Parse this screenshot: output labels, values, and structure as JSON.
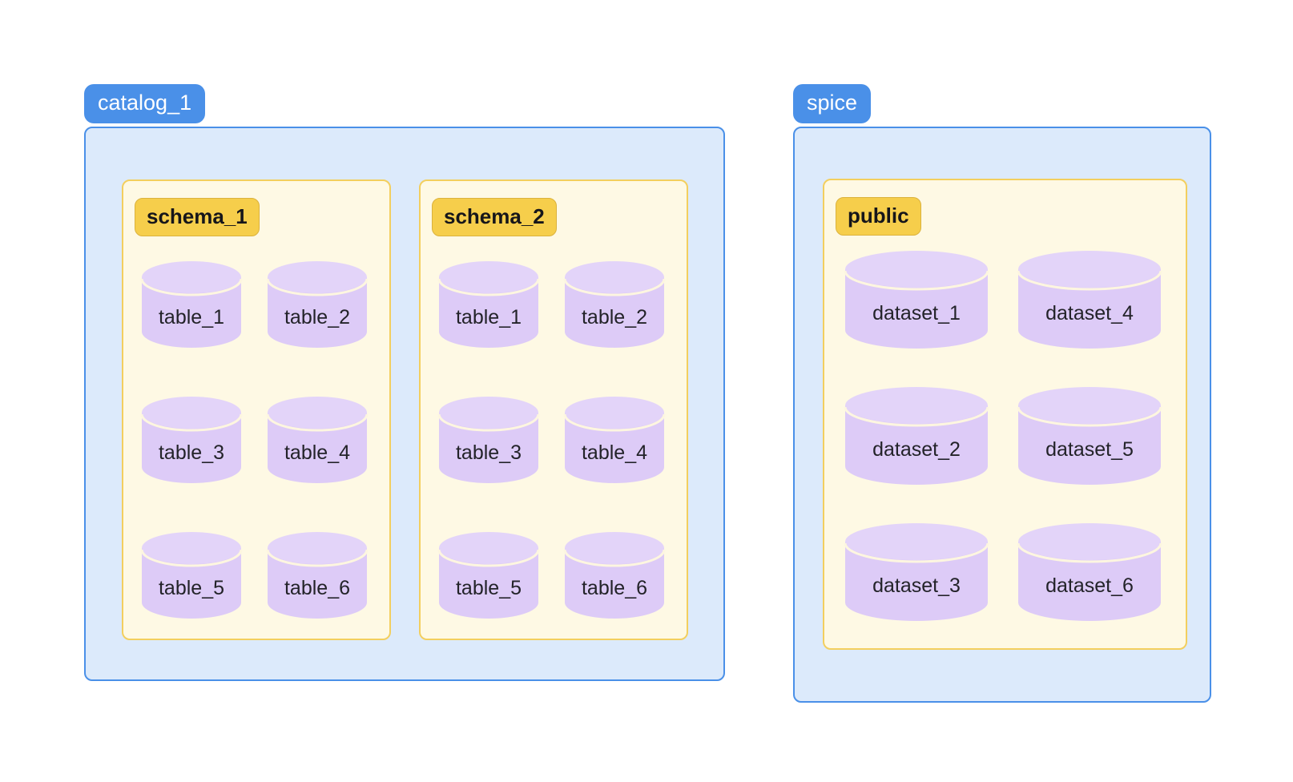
{
  "diagram": {
    "type": "catalog-schema-table-hierarchy",
    "colors": {
      "catalog_badge_bg": "#4a90e8",
      "catalog_badge_text": "#ffffff",
      "catalog_box_bg": "#dceafb",
      "catalog_box_border": "#4a90e8",
      "schema_panel_bg": "#fef9e4",
      "schema_panel_border": "#f3cf5e",
      "schema_badge_bg": "#f6ce4b",
      "schema_badge_text": "#16161a",
      "cylinder_fill": "#ddcbf7",
      "cylinder_top_fill": "#e3d4f9",
      "cylinder_seam": "#fdf6e0",
      "label_text": "#232329",
      "page_bg": "#ffffff"
    },
    "catalogs": [
      {
        "name": "catalog_1",
        "icon": "database-catalog-icon",
        "schemas": [
          {
            "name": "schema_1",
            "objects": [
              {
                "label": "table_1",
                "icon": "database-table-icon"
              },
              {
                "label": "table_2",
                "icon": "database-table-icon"
              },
              {
                "label": "table_3",
                "icon": "database-table-icon"
              },
              {
                "label": "table_4",
                "icon": "database-table-icon"
              },
              {
                "label": "table_5",
                "icon": "database-table-icon"
              },
              {
                "label": "table_6",
                "icon": "database-table-icon"
              }
            ]
          },
          {
            "name": "schema_2",
            "objects": [
              {
                "label": "table_1",
                "icon": "database-table-icon"
              },
              {
                "label": "table_2",
                "icon": "database-table-icon"
              },
              {
                "label": "table_3",
                "icon": "database-table-icon"
              },
              {
                "label": "table_4",
                "icon": "database-table-icon"
              },
              {
                "label": "table_5",
                "icon": "database-table-icon"
              },
              {
                "label": "table_6",
                "icon": "database-table-icon"
              }
            ]
          }
        ]
      },
      {
        "name": "spice",
        "icon": "database-catalog-icon",
        "schemas": [
          {
            "name": "public",
            "objects": [
              {
                "label": "dataset_1",
                "icon": "database-table-icon"
              },
              {
                "label": "dataset_4",
                "icon": "database-table-icon"
              },
              {
                "label": "dataset_2",
                "icon": "database-table-icon"
              },
              {
                "label": "dataset_5",
                "icon": "database-table-icon"
              },
              {
                "label": "dataset_3",
                "icon": "database-table-icon"
              },
              {
                "label": "dataset_6",
                "icon": "database-table-icon"
              }
            ]
          }
        ]
      }
    ]
  }
}
